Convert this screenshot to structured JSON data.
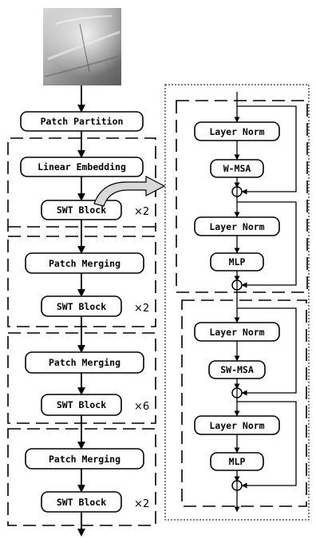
{
  "left_column": {
    "patch_partition": "Patch Partition",
    "stages": [
      {
        "first_block": "Linear Embedding",
        "swt_block": "SWT Block",
        "repeat": "×2"
      },
      {
        "first_block": "Patch Merging",
        "swt_block": "SWT Block",
        "repeat": "×2"
      },
      {
        "first_block": "Patch Merging",
        "swt_block": "SWT Block",
        "repeat": "×6"
      },
      {
        "first_block": "Patch Merging",
        "swt_block": "SWT Block",
        "repeat": "×2"
      }
    ]
  },
  "swt_block_detail": {
    "w_msa_unit": {
      "norm1": "Layer Norm",
      "attention": "W-MSA",
      "norm2": "Layer Norm",
      "mlp": "MLP"
    },
    "sw_msa_unit": {
      "norm1": "Layer Norm",
      "attention": "SW-MSA",
      "norm2": "Layer Norm",
      "mlp": "MLP"
    }
  },
  "colors": {
    "line": "#000000",
    "expand_arrow_fill": "#d9d9d9",
    "input_image_base": "#8a8a8a"
  },
  "icons": {
    "input_image": "grayscale-photo",
    "residual_add": "circle-add-node"
  }
}
